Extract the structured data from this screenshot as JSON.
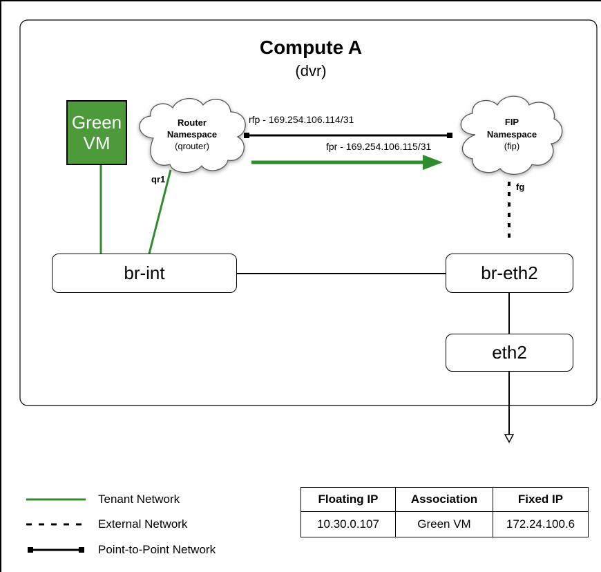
{
  "compute": {
    "title": "Compute A",
    "subtitle": "(dvr)"
  },
  "vm": {
    "line1": "Green",
    "line2": "VM",
    "color": "#4c9a3a"
  },
  "router_ns": {
    "line1": "Router",
    "line2": "Namespace",
    "line3": "(qrouter)",
    "port": "qr1"
  },
  "fip_ns": {
    "line1": "FIP",
    "line2": "Namespace",
    "line3": "(fip)",
    "port": "fg"
  },
  "links": {
    "rfp": "rfp - 169.254.106.114/31",
    "fpr": "fpr - 169.254.106.115/31"
  },
  "bridges": {
    "br_int": "br-int",
    "br_eth2": "br-eth2",
    "eth2": "eth2"
  },
  "legend": {
    "tenant": "Tenant Network",
    "external": "External Network",
    "p2p": "Point-to-Point Network",
    "tenant_color": "#2e8b2e"
  },
  "ip_table": {
    "headers": [
      "Floating IP",
      "Association",
      "Fixed IP"
    ],
    "row": [
      "10.30.0.107",
      "Green VM",
      "172.24.100.6"
    ]
  }
}
